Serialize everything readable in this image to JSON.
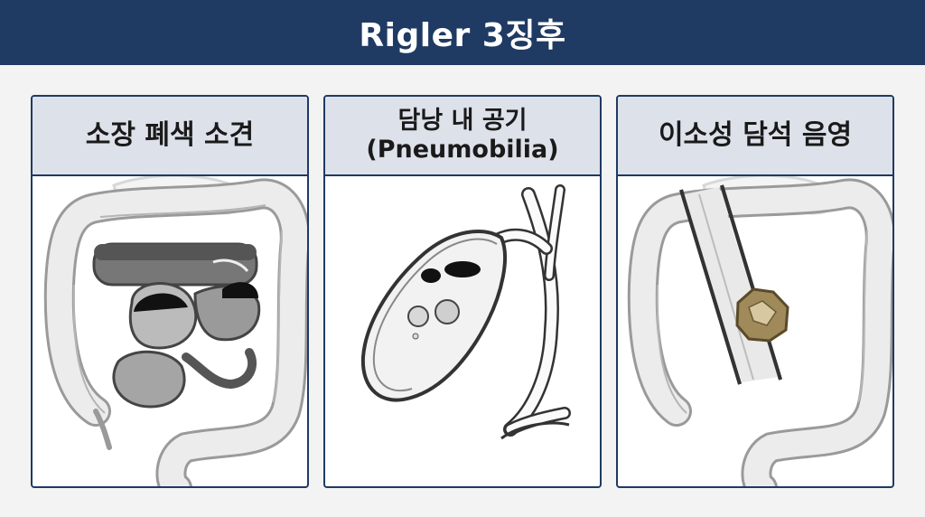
{
  "header": {
    "title": "Rigler 3징후"
  },
  "panels": [
    {
      "title": "소장 폐색 소견",
      "subtitle": ""
    },
    {
      "title": "담낭 내 공기",
      "subtitle": "(Pneumobilia)"
    },
    {
      "title": "이소성 담석 음영",
      "subtitle": ""
    }
  ],
  "colors": {
    "header_bg": "#1f3a63",
    "panel_head_bg": "#dde1ea",
    "stone": "#a08a5a"
  },
  "icons": [
    "small-bowel-obstruction-illustration",
    "gallbladder-air-illustration",
    "ectopic-gallstone-illustration"
  ]
}
